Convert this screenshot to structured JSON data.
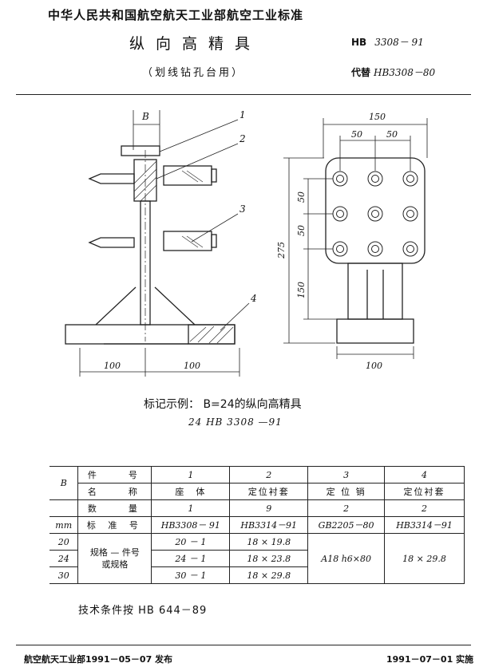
{
  "header": {
    "organization": "中华人民共和国航空航天工业部航空工业标准",
    "title": "纵向高精具",
    "subtitle": "（划线钻孔台用）",
    "standard_code_label": "HB",
    "standard_number": "3308－ 91",
    "replaces_label": "代替",
    "replaces_number": "HB3308－80"
  },
  "drawing": {
    "label_b": "B",
    "callouts": [
      "1",
      "2",
      "3",
      "4"
    ],
    "dims_front": [
      "100",
      "100"
    ],
    "dim_height": "275",
    "dims_side_top": [
      "150",
      "50",
      "50"
    ],
    "dims_side_vert": [
      "50",
      "50",
      "150"
    ],
    "dim_side_bottom": "100"
  },
  "marking": {
    "line1": "标记示例：  B=24的纵向高精具",
    "line2": "24 HB 3308 —91"
  },
  "table": {
    "row_labels": [
      "件　　号",
      "名　　称",
      "数　　量",
      "标 准 号"
    ],
    "b_col": [
      "B",
      "mm",
      "20",
      "24",
      "30"
    ],
    "spec_label": "规格 — 件号\n或规格",
    "col1": [
      "1",
      "座　体",
      "1",
      "HB3308－ 91"
    ],
    "col2": [
      "2",
      "定位衬套",
      "9",
      "HB3314－91"
    ],
    "col3": [
      "3",
      "定 位 销",
      "2",
      "GB2205－80"
    ],
    "col4": [
      "4",
      "定位衬套",
      "2",
      "HB3314－91"
    ],
    "rows_col1": [
      "20 － 1",
      "24 － 1",
      "30 － 1"
    ],
    "rows_col2": [
      "18 × 19.8",
      "18 × 23.8",
      "18 × 29.8"
    ],
    "merged_col3": "A18 h6×80",
    "merged_col4": "18 × 29.8"
  },
  "tech_note": "技术条件按 HB 644－89",
  "footer": {
    "issued": "航空航天工业部1991－05－07  发布",
    "effective": "1991－07－01  实施"
  }
}
